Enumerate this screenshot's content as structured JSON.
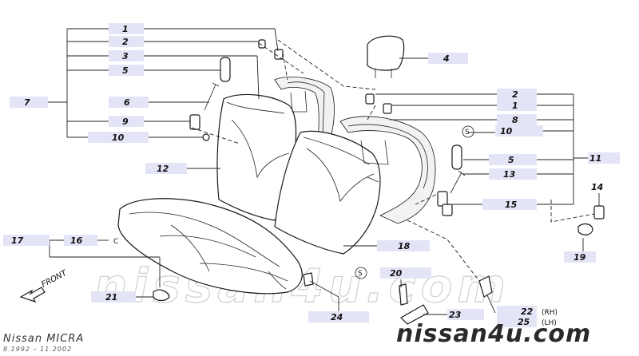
{
  "watermark": {
    "main": "nissan4u.com",
    "corner": "nissan4u.com"
  },
  "model": {
    "name": "Nissan MICRA",
    "years": "8.1992 – 11.2002"
  },
  "front_label": "FRONT",
  "side_labels": {
    "rh": "(RH)",
    "lh": "(LH)"
  },
  "c_marker": "C",
  "s_marker": "S",
  "callouts": {
    "c1a": "1",
    "c2a": "2",
    "c3": "3",
    "c4": "4",
    "c5a": "5",
    "c7": "7",
    "c6": "6",
    "c9": "9",
    "c10a": "10",
    "c2b": "2",
    "c1b": "1",
    "c8": "8",
    "c10b": "10",
    "c5b": "5",
    "c11": "11",
    "c12": "12",
    "c13": "13",
    "c14": "14",
    "c15": "15",
    "c17": "17",
    "c16": "16",
    "c18": "18",
    "c19": "19",
    "c20": "20",
    "c21": "21",
    "c22": "22",
    "c25": "25",
    "c23": "23",
    "c24": "24"
  }
}
